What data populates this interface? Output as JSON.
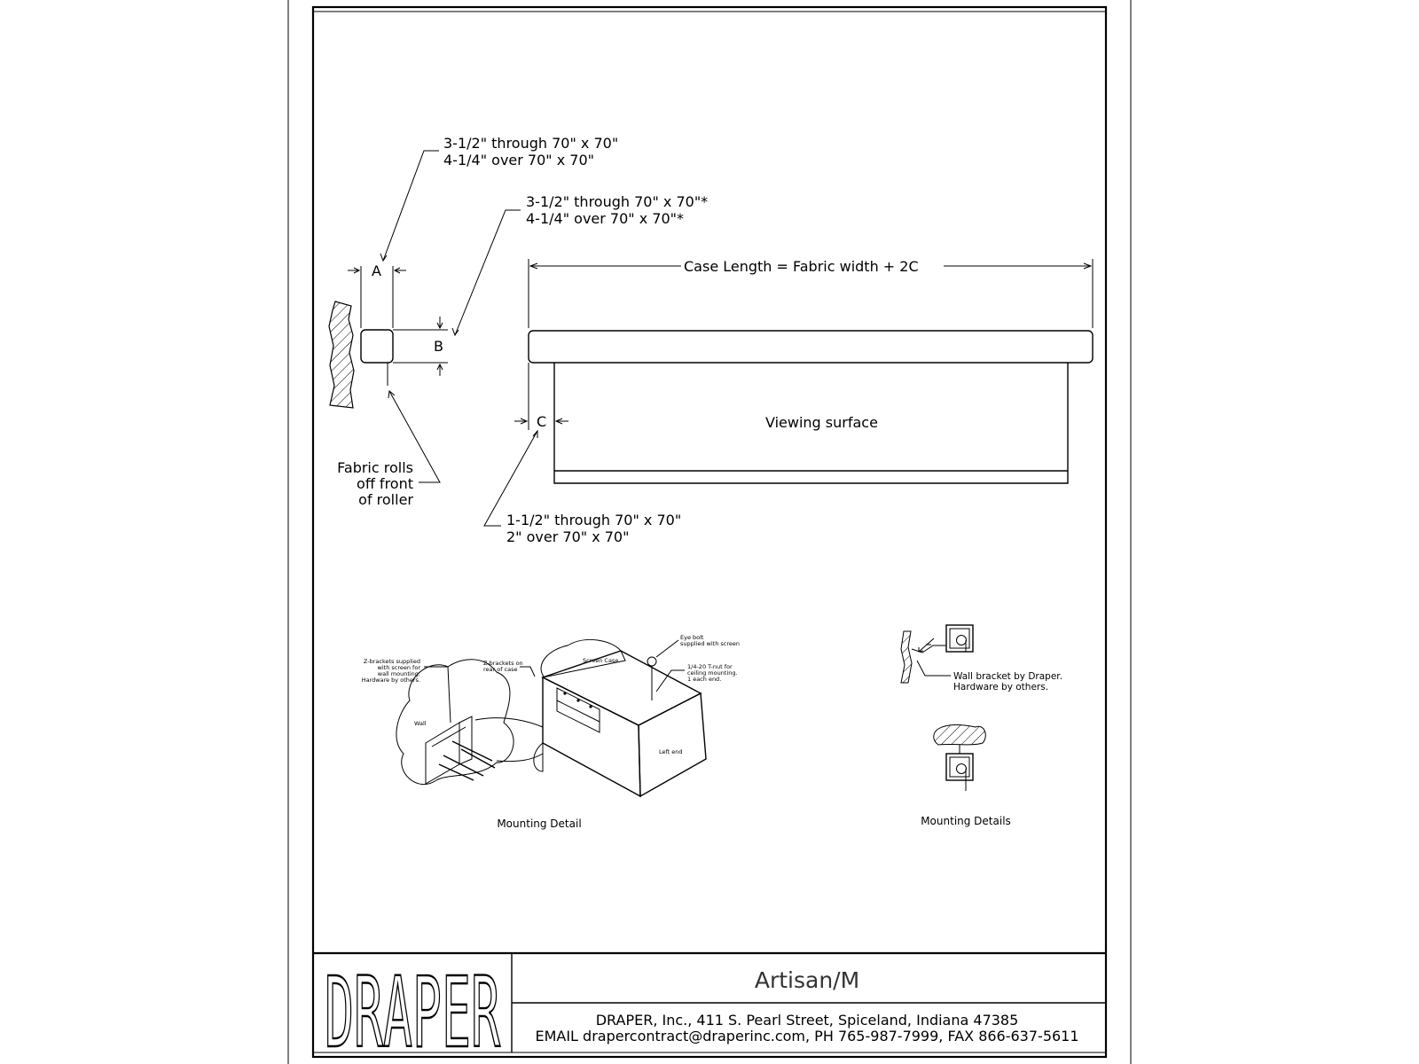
{
  "labels": {
    "top_dim_line1": "3-1/2\" through 70\" x 70\"",
    "top_dim_line2": "4-1/4\" over 70\" x 70\"",
    "mid_dim_line1": "3-1/2\" through 70\" x 70\"*",
    "mid_dim_line2": "4-1/4\" over 70\" x 70\"*",
    "dim_a": "A",
    "dim_b": "B",
    "dim_c": "C",
    "case_length": "Case Length = Fabric width + 2C",
    "viewing_surface": "Viewing surface",
    "fabric_rolls_1": "Fabric rolls",
    "fabric_rolls_2": "off front",
    "fabric_rolls_3": "of roller",
    "c_dim_line1": "1-1/2\" through 70\" x 70\"",
    "c_dim_line2": "2\" over 70\" x 70\""
  },
  "mounting_detail": {
    "zbrackets_wall_1": "Z-brackets supplied",
    "zbrackets_wall_2": "with screen for",
    "zbrackets_wall_3": "wall mounting.",
    "zbrackets_wall_4": "Hardware by others.",
    "zbrackets_rear_1": "Z-brackets on",
    "zbrackets_rear_2": "rear of case",
    "screen_case": "Screen Case",
    "eye_bolt_1": "Eye bolt",
    "eye_bolt_2": "supplied with screen",
    "tnut_1": "1/4-20 T-nut for",
    "tnut_2": "ceiling mounting.",
    "tnut_3": "1 each end.",
    "wall": "Wall",
    "left_end": "Left end",
    "caption": "Mounting Detail"
  },
  "mounting_details": {
    "wall_bracket_1": "Wall bracket by Draper.",
    "wall_bracket_2": "Hardware by others.",
    "caption": "Mounting Details"
  },
  "title_block": {
    "logo": "DRAPER",
    "product": "Artisan/M",
    "address": "DRAPER, Inc., 411 S. Pearl Street, Spiceland, Indiana 47385",
    "contact": "EMAIL drapercontract@draperinc.com, PH 765-987-7999, FAX 866-637-5611"
  }
}
